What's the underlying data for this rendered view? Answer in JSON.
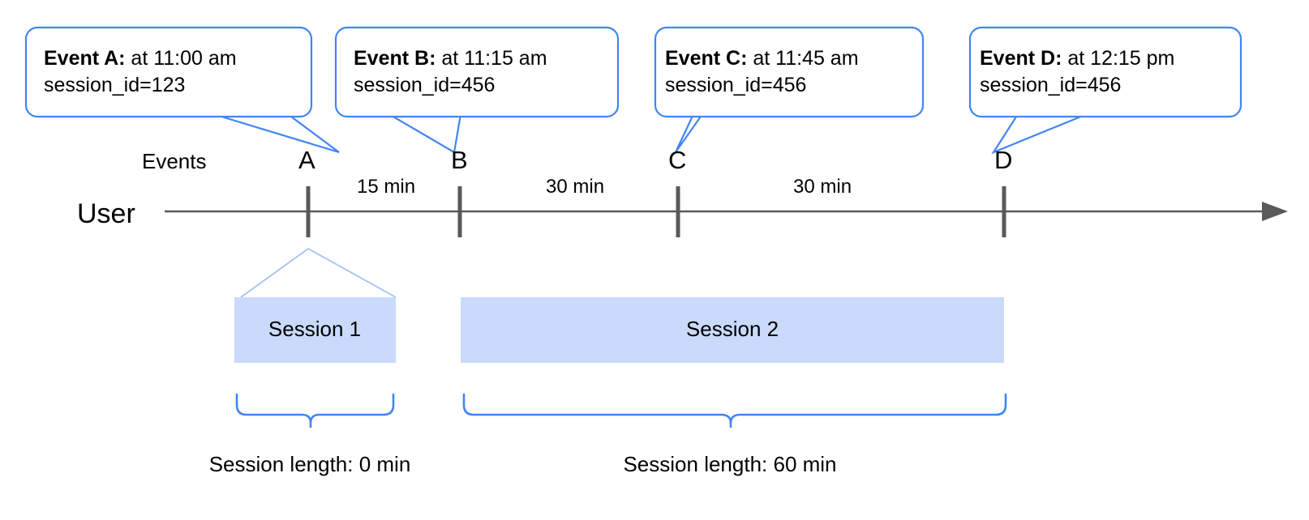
{
  "diagram": {
    "title_row_label": "User",
    "events_row_label": "Events",
    "colors": {
      "callout_border": "#4285f4",
      "session_bar_fill": "#c9dafa",
      "axis": "#595959",
      "brace": "#4285f4",
      "funnel": "#a5c2f5"
    },
    "callouts": [
      {
        "lead": "Event A:",
        "time": " at 11:00 am",
        "detail": "session_id=123"
      },
      {
        "lead": "Event B:",
        "time": " at 11:15 am",
        "detail": "session_id=456"
      },
      {
        "lead": "Event C:",
        "time": " at 11:45 am",
        "detail": "session_id=456"
      },
      {
        "lead": "Event D:",
        "time": " at 12:15 pm",
        "detail": "session_id=456"
      }
    ],
    "events": [
      {
        "letter": "A"
      },
      {
        "letter": "B"
      },
      {
        "letter": "C"
      },
      {
        "letter": "D"
      }
    ],
    "gaps": [
      {
        "label": "15 min"
      },
      {
        "label": "30 min"
      },
      {
        "label": "30 min"
      }
    ],
    "sessions": [
      {
        "name": "Session 1",
        "length_label": "Session length: 0 min"
      },
      {
        "name": "Session 2",
        "length_label": "Session length: 60 min"
      }
    ]
  }
}
